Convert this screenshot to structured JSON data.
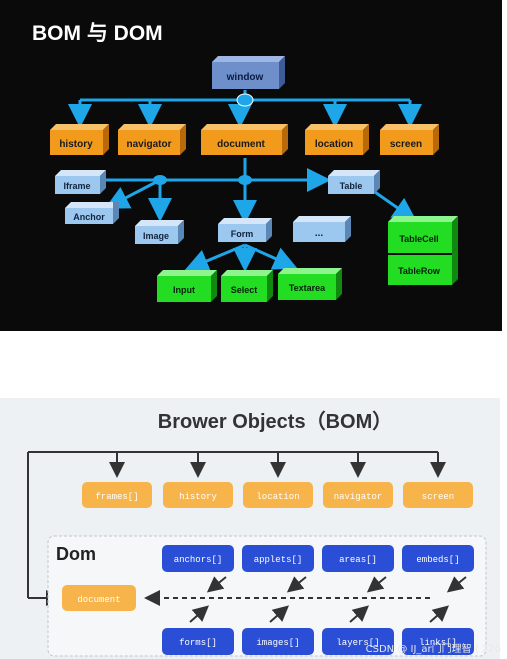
{
  "top": {
    "title": "BOM 与 DOM",
    "colors": {
      "background": "#0a0a0a",
      "orange": "#f29a1c",
      "blue": "#9cc7ef",
      "green": "#22dd22",
      "line": "#1fa6e8",
      "dark_blue": "#6e8fc9"
    },
    "window": "window",
    "bom_children": [
      "history",
      "navigator",
      "document",
      "location",
      "screen"
    ],
    "doc_children": [
      "Iframe",
      "Anchor",
      "Image",
      "Form",
      "...",
      "Table"
    ],
    "form_children": [
      "Input",
      "Select",
      "Textarea"
    ],
    "table_children": [
      "TableCell",
      "TableRow"
    ]
  },
  "bottom": {
    "title": "Brower Objects（BOM）",
    "colors": {
      "background": "#eef1f4",
      "orange": "#f7b44a",
      "blue": "#2a4fd6",
      "text_orange": "#ffffff",
      "text_blue": "#ffffff"
    },
    "bom_items": [
      "frames[]",
      "history",
      "location",
      "navigator",
      "screen"
    ],
    "dom_label": "Dom",
    "document": "document",
    "dom_top": [
      "anchors[]",
      "applets[]",
      "areas[]",
      "embeds[]"
    ],
    "dom_bottom": [
      "forms[]",
      "images[]",
      "layers[]",
      "links[]"
    ],
    "watermark": "CSDN @ IJ_ar门门理智 ⟨ 220"
  }
}
